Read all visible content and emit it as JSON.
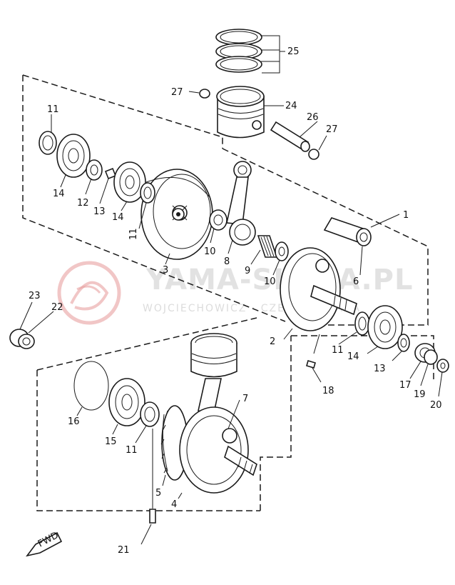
{
  "watermark": {
    "brand": "YAMA-SIGMA.PL",
    "subtitle": "WOJCIECHOWICZ · CZESCI YAMAHA",
    "logo_color": "#e07070"
  },
  "fwd_label": "FWD",
  "callouts": {
    "c1": "1",
    "c2": "2",
    "c3": "3",
    "c4": "4",
    "c5": "5",
    "c6": "6",
    "c7": "7",
    "c8": "8",
    "c9": "9",
    "c10a": "10",
    "c10b": "10",
    "c11a": "11",
    "c11b": "11",
    "c11c": "11",
    "c11d": "11",
    "c12": "12",
    "c13a": "13",
    "c13b": "13",
    "c14a": "14",
    "c14b": "14",
    "c14c": "14",
    "c15": "15",
    "c16": "16",
    "c17": "17",
    "c18": "18",
    "c19": "19",
    "c20": "20",
    "c21": "21",
    "c22": "22",
    "c23": "23",
    "c24": "24",
    "c25": "25",
    "c26": "26",
    "c27a": "27",
    "c27b": "27"
  }
}
